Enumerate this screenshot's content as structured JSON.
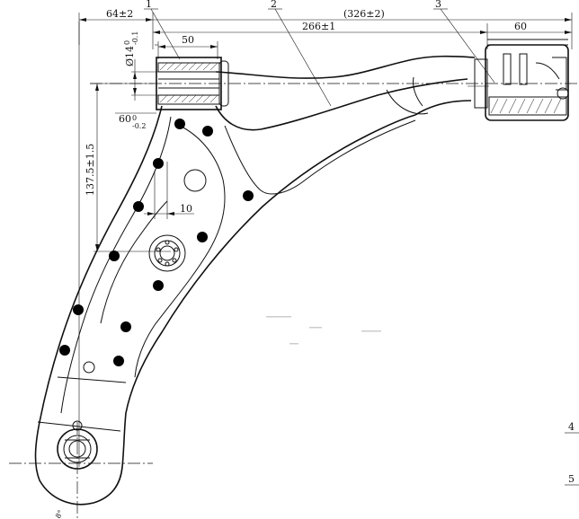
{
  "drawing": {
    "callouts": [
      "1",
      "2",
      "3",
      "4",
      "5"
    ],
    "dimensions": {
      "offset_top": "64±2",
      "overall_length": "(326±2)",
      "center_distance": "266±1",
      "bush_right_width": "60",
      "bush_left_width": "50",
      "bush_diameter": "Ø14",
      "bush_diameter_tol": "0\n-0.1",
      "bush_length": "60",
      "bush_length_tol": "0\n-0.2",
      "vertical_distance": "137.5±1.5",
      "boss_offset": "10",
      "angle_small": "8°"
    }
  }
}
